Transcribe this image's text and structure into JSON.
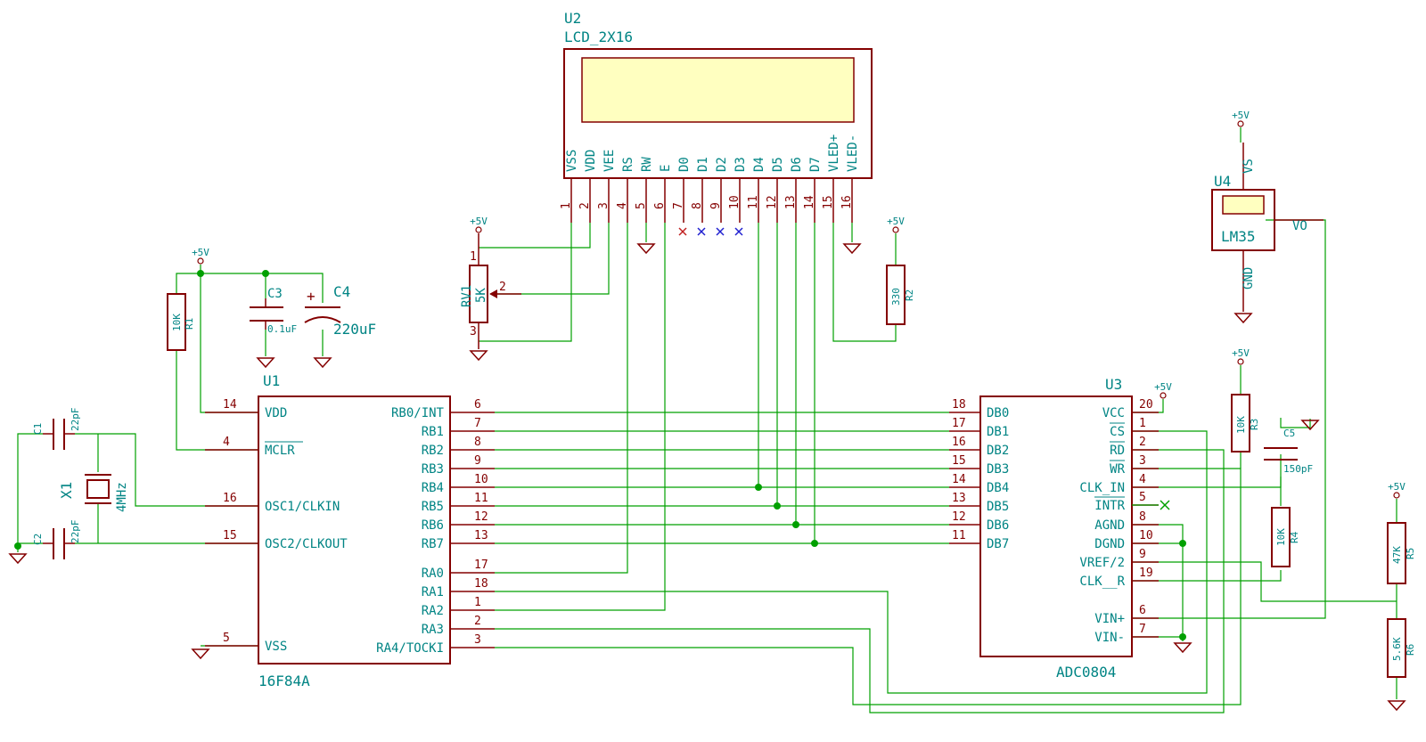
{
  "lcd": {
    "ref": "U2",
    "value": "LCD_2X16",
    "pins": [
      {
        "name": "VSS",
        "num": "1"
      },
      {
        "name": "VDD",
        "num": "2"
      },
      {
        "name": "VEE",
        "num": "3"
      },
      {
        "name": "RS",
        "num": "4"
      },
      {
        "name": "RW",
        "num": "5"
      },
      {
        "name": "E",
        "num": "6"
      },
      {
        "name": "D0",
        "num": "7"
      },
      {
        "name": "D1",
        "num": "8"
      },
      {
        "name": "D2",
        "num": "9"
      },
      {
        "name": "D3",
        "num": "10"
      },
      {
        "name": "D4",
        "num": "11"
      },
      {
        "name": "D5",
        "num": "12"
      },
      {
        "name": "D6",
        "num": "13"
      },
      {
        "name": "D7",
        "num": "14"
      },
      {
        "name": "VLED+",
        "num": "15"
      },
      {
        "name": "VLED-",
        "num": "16"
      }
    ]
  },
  "mcu": {
    "ref": "U1",
    "value": "16F84A",
    "left_pins": [
      {
        "name": "VDD",
        "num": "14"
      },
      {
        "name": "MCLR",
        "num": "4"
      },
      {
        "name": "OSC1/CLKIN",
        "num": "16"
      },
      {
        "name": "OSC2/CLKOUT",
        "num": "15"
      },
      {
        "name": "VSS",
        "num": "5"
      }
    ],
    "right_pins": [
      {
        "name": "RB0/INT",
        "num": "6"
      },
      {
        "name": "RB1",
        "num": "7"
      },
      {
        "name": "RB2",
        "num": "8"
      },
      {
        "name": "RB3",
        "num": "9"
      },
      {
        "name": "RB4",
        "num": "10"
      },
      {
        "name": "RB5",
        "num": "11"
      },
      {
        "name": "RB6",
        "num": "12"
      },
      {
        "name": "RB7",
        "num": "13"
      },
      {
        "name": "RA0",
        "num": "17"
      },
      {
        "name": "RA1",
        "num": "18"
      },
      {
        "name": "RA2",
        "num": "1"
      },
      {
        "name": "RA3",
        "num": "2"
      },
      {
        "name": "RA4/TOCKI",
        "num": "3"
      }
    ]
  },
  "adc": {
    "ref": "U3",
    "value": "ADC0804",
    "left_pins": [
      {
        "name": "DB0",
        "num": "18"
      },
      {
        "name": "DB1",
        "num": "17"
      },
      {
        "name": "DB2",
        "num": "16"
      },
      {
        "name": "DB3",
        "num": "15"
      },
      {
        "name": "DB4",
        "num": "14"
      },
      {
        "name": "DB5",
        "num": "13"
      },
      {
        "name": "DB6",
        "num": "12"
      },
      {
        "name": "DB7",
        "num": "11"
      }
    ],
    "right_pins": [
      {
        "name": "VCC",
        "num": "20"
      },
      {
        "name": "CS",
        "num": "1"
      },
      {
        "name": "RD",
        "num": "2"
      },
      {
        "name": "WR",
        "num": "3"
      },
      {
        "name": "CLK_IN",
        "num": "4"
      },
      {
        "name": "INTR",
        "num": "5"
      },
      {
        "name": "AGND",
        "num": "8"
      },
      {
        "name": "DGND",
        "num": "10"
      },
      {
        "name": "VREF/2",
        "num": "9"
      },
      {
        "name": "CLK__R",
        "num": "19"
      },
      {
        "name": "VIN+",
        "num": "6"
      },
      {
        "name": "VIN-",
        "num": "7"
      }
    ]
  },
  "sensor": {
    "ref": "U4",
    "value": "LM35",
    "pin_vs": "VS",
    "pin_vo": "VO",
    "pin_gnd": "GND"
  },
  "rv1": {
    "ref": "RV1",
    "value": "5K",
    "pin1": "1",
    "pin2": "2",
    "pin3": "3"
  },
  "passives": {
    "R1": {
      "ref": "R1",
      "value": "10K"
    },
    "R2": {
      "ref": "R2",
      "value": "330"
    },
    "R3": {
      "ref": "R3",
      "value": "10K"
    },
    "R4": {
      "ref": "R4",
      "value": "10K"
    },
    "R5": {
      "ref": "R5",
      "value": "47K"
    },
    "R6": {
      "ref": "R6",
      "value": "5.6K"
    },
    "C1": {
      "ref": "C1",
      "value": "22pF"
    },
    "C2": {
      "ref": "C2",
      "value": "22pF"
    },
    "C3": {
      "ref": "C3",
      "value": "0.1uF"
    },
    "C4": {
      "ref": "C4",
      "value": "220uF"
    },
    "C5": {
      "ref": "C5",
      "value": "150pF"
    },
    "X1": {
      "ref": "X1",
      "value": "4MHz"
    }
  },
  "power": {
    "label": "+5V"
  }
}
